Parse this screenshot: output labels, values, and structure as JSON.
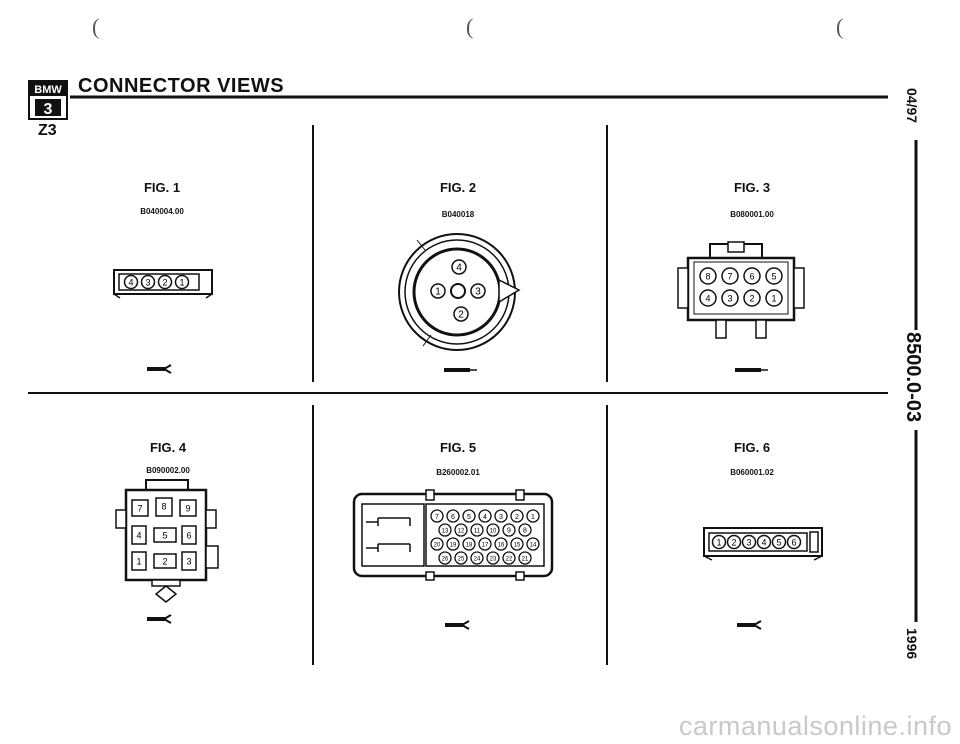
{
  "header": {
    "title": "CONNECTOR VIEWS",
    "model": "Z3",
    "logo_text": "BMW",
    "logo_number": "3",
    "open_parens": [
      "(",
      "(",
      "("
    ]
  },
  "sidebar": {
    "date": "04/97",
    "doc_number": "8500.0-03",
    "year": "1996"
  },
  "figures": [
    {
      "label": "FIG. 1",
      "code": "B040004.00",
      "pins": [
        "4",
        "3",
        "2",
        "1"
      ]
    },
    {
      "label": "FIG. 2",
      "code": "B040018",
      "pins": [
        "4",
        "1",
        "3",
        "2"
      ]
    },
    {
      "label": "FIG. 3",
      "code": "B080001.00",
      "pins_top": [
        "8",
        "7",
        "6",
        "5"
      ],
      "pins_bottom": [
        "4",
        "3",
        "2",
        "1"
      ]
    },
    {
      "label": "FIG. 4",
      "code": "B090002.00",
      "pins_top": [
        "7",
        "8",
        "9"
      ],
      "pins_mid": [
        "4",
        "5",
        "6"
      ],
      "pins_bottom": [
        "1",
        "2",
        "3"
      ]
    },
    {
      "label": "FIG. 5",
      "code": "B260002.01",
      "row1": [
        "7",
        "6",
        "5",
        "4",
        "3",
        "2",
        "1"
      ],
      "row2": [
        "13",
        "12",
        "11",
        "10",
        "9",
        "8"
      ],
      "row3": [
        "20",
        "19",
        "18",
        "17",
        "16",
        "15",
        "14"
      ],
      "row4": [
        "26",
        "25",
        "24",
        "23",
        "22",
        "21"
      ]
    },
    {
      "label": "FIG. 6",
      "code": "B060001.02",
      "pins": [
        "1",
        "2",
        "3",
        "4",
        "5",
        "6"
      ]
    }
  ],
  "watermark": "carmanualsonline.info",
  "colors": {
    "ink": "#111111",
    "watermark": "#c9c9c9"
  }
}
